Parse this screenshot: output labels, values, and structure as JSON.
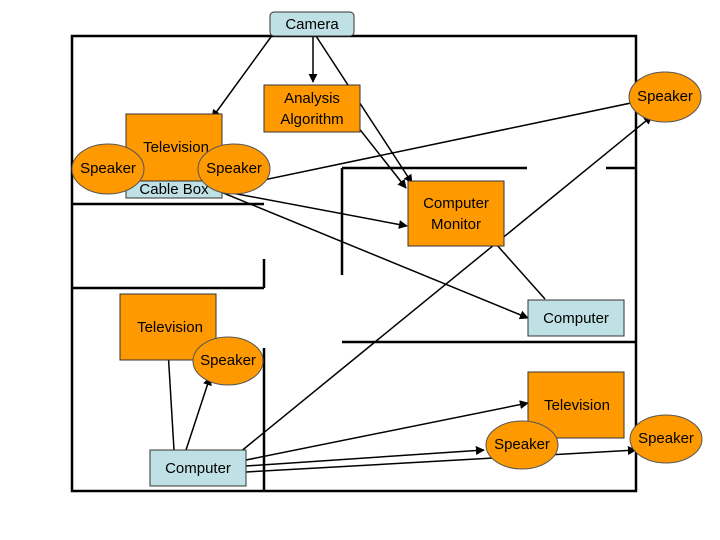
{
  "nodes": {
    "camera": {
      "label": "Camera"
    },
    "analysis": {
      "line1": "Analysis",
      "line2": "Algorithm"
    },
    "tv_top": {
      "label": "Television"
    },
    "speaker_tv_left": {
      "label": "Speaker"
    },
    "speaker_tv_right": {
      "label": "Speaker"
    },
    "cable_box": {
      "label": "Cable Box"
    },
    "monitor": {
      "line1": "Computer",
      "line2": "Monitor"
    },
    "speaker_top_right": {
      "label": "Speaker"
    },
    "computer_mid": {
      "label": "Computer"
    },
    "tv_bottom_left": {
      "label": "Television"
    },
    "speaker_bottom_left": {
      "label": "Speaker"
    },
    "computer_bottom": {
      "label": "Computer"
    },
    "tv_bottom_right": {
      "label": "Television"
    },
    "speaker_bottom_mid": {
      "label": "Speaker"
    },
    "speaker_far_right": {
      "label": "Speaker"
    }
  },
  "edges": [
    {
      "from": "Camera",
      "to": "Television (top)"
    },
    {
      "from": "Camera",
      "to": "Analysis Algorithm"
    },
    {
      "from": "Camera",
      "to": "Computer Monitor"
    },
    {
      "from": "Analysis Algorithm",
      "to": "Computer Monitor"
    },
    {
      "from": "Cable Box",
      "to": "Speaker (top right)"
    },
    {
      "from": "Cable Box",
      "to": "Computer Monitor"
    },
    {
      "from": "Cable Box",
      "to": "Computer (middle)"
    },
    {
      "from": "Computer (middle)",
      "to": "Computer Monitor"
    },
    {
      "from": "Computer (bottom)",
      "to": "Television (bottom left)"
    },
    {
      "from": "Computer (bottom)",
      "to": "Speaker (bottom left)"
    },
    {
      "from": "Computer (bottom)",
      "to": "Speaker (top right)"
    },
    {
      "from": "Computer (bottom)",
      "to": "Television (bottom right)"
    },
    {
      "from": "Computer (bottom)",
      "to": "Speaker (bottom middle)"
    },
    {
      "from": "Computer (bottom)",
      "to": "Speaker (far right)"
    }
  ],
  "colors": {
    "device_orange": "#ff9900",
    "device_blue": "#bfe0e4",
    "wall": "#000000"
  }
}
